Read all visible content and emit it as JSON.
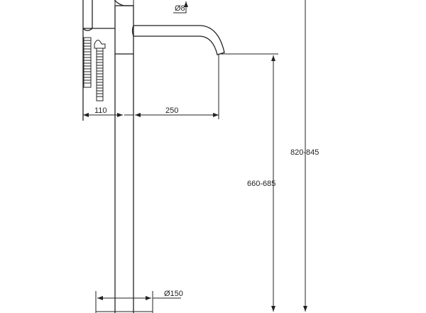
{
  "dimensions": {
    "hose_diameter": "Ø8",
    "handle_offset": "110",
    "spout_reach": "250",
    "spout_height": "660-685",
    "total_height": "820-845",
    "base_diameter": "Ø150"
  }
}
